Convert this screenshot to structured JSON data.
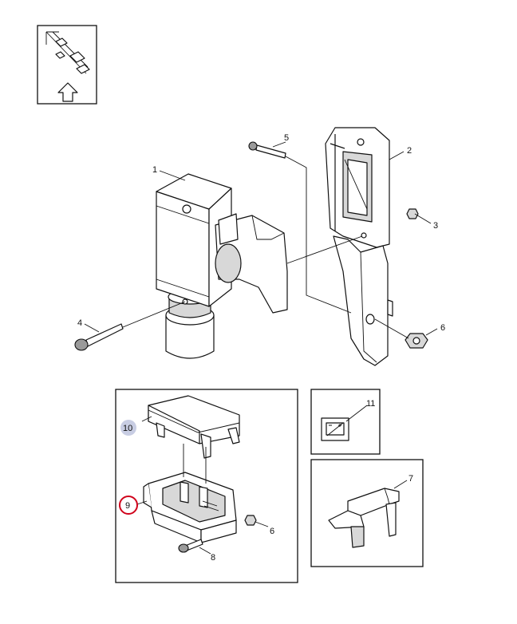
{
  "callouts": {
    "c1": "1",
    "c2": "2",
    "c3": "3",
    "c4": "4",
    "c5": "5",
    "c6": "6",
    "c7": "7",
    "c8": "8",
    "c9": "9",
    "c10": "10",
    "c11": "11",
    "c6b": "6"
  },
  "highlight": {
    "selected_callout": "9",
    "selected_ring_color": "#d0021b",
    "hover_callout": "10",
    "hover_fill_color": "#c8cde3"
  }
}
